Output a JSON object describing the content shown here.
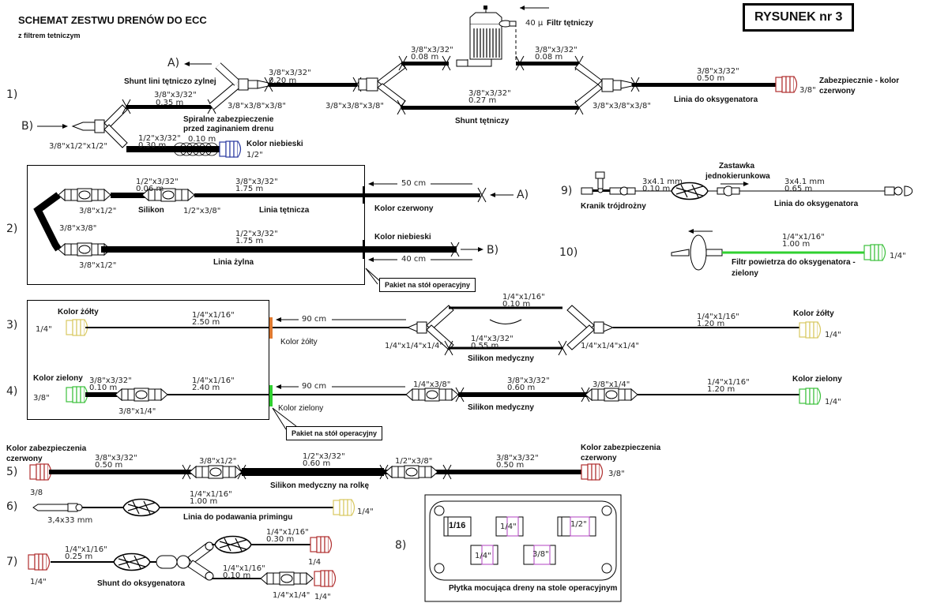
{
  "header": {
    "title": "SCHEMAT ZESTWU DRENÓW DO ECC",
    "subtitle": "z filtrem tetniczym",
    "figure_label": "RYSUNEK nr 3"
  },
  "section1": {
    "number": "1)",
    "arrow_a": "A)",
    "arrow_b": "B)",
    "shunt_label": "Shunt lini tętniczo zylnej",
    "tube_upper": {
      "size": "3/8\"x3/32\"",
      "length": "0.35  m"
    },
    "tube_a": {
      "size": "3/8\"x3/32\"",
      "length": "0.20  m"
    },
    "tube_lower": {
      "size": "1/2\"x3/32\"",
      "length": "0.30  m"
    },
    "spiral": {
      "length": "0.10  m",
      "label_line1": "Spiralne zabezpieczenie",
      "label_line2": "przed zaginaniem drenu"
    },
    "y_connector_left": "3/8\"x1/2\"x1/2\"",
    "y_connector_mid": "3/8\"x3/8\"x3/8\"",
    "y_connector_filter_left": "3/8\"x3/8\"x3/8\"",
    "y_connector_filter_right": "3/8\"x3/8\"x3/8\"",
    "blue_cap": {
      "label": "Kolor niebieski",
      "size": "1/2\""
    },
    "filter": {
      "label": "Filtr tętniczy",
      "pore": "40  µ"
    },
    "tube_filter_in": {
      "size": "3/8\"x3/32\"",
      "length": "0.08  m"
    },
    "tube_filter_out": {
      "size": "3/8\"x3/32\"",
      "length": "0.08  m"
    },
    "tube_shunt": {
      "size": "3/8\"x3/32\"",
      "length": "0.27  m"
    },
    "shunt_arterial_label": "Shunt tętniczy",
    "tube_oxy": {
      "size": "3/8\"x3/32\"",
      "length": "0.50  m"
    },
    "oxy_label": "Linia do oksygenatora",
    "red_cap": {
      "label_line1": "Zabezpiecznie - kolor",
      "label_line2": "czerwony",
      "size": "3/8\""
    }
  },
  "section2": {
    "number": "2)",
    "connector_top": "3/8\"x1/2\"",
    "connector_bottom": "3/8\"x1/2\"",
    "bend": "3/8\"x3/8\"",
    "silicone": {
      "size": "1/2\"x3/32\"",
      "length": "0.06  m",
      "label": "Silikon"
    },
    "connector_mid": "1/2\"x3/8\"",
    "arterial": {
      "size": "3/8\"x3/32\"",
      "length": "1.75  m",
      "label": "Linia tętnicza"
    },
    "venous": {
      "size": "1/2\"x3/32\"",
      "length": "1.75  m",
      "label": "Linia żylna"
    },
    "dist_top": "50  cm",
    "dist_bottom": "40  cm",
    "color_top": "Kolor czerwony",
    "color_bottom": "Kolor niebieski",
    "arrow_a": "A)",
    "arrow_b": "B)",
    "callout": "Pakiet na stół operacyjny"
  },
  "section3": {
    "number": "3)",
    "cap_color": "Kolor żółty",
    "cap_size_left": "1/4\"",
    "tube_main": {
      "size": "1/4\"x1/16\"",
      "length": "2.50  m"
    },
    "dist": "90  cm",
    "marker_label": "Kolor żółty",
    "y_left": "1/4\"x1/4\"x1/4\"",
    "y_right": "1/4\"x1/4\"x1/4\"",
    "loop_top": {
      "size": "1/4\"x1/16\"",
      "length": "0.10  m"
    },
    "loop_bottom": {
      "size": "1/4\"x3/32\"",
      "length": "0.55  m",
      "label": "Silikon medyczny"
    },
    "tube_right": {
      "size": "1/4\"x1/16\"",
      "length": "1.20  m"
    },
    "cap_color_right": "Kolor żółty",
    "cap_size_right": "1/4\""
  },
  "section4": {
    "number": "4)",
    "cap_color": "Kolor zielony",
    "cap_size_left": "3/8\"",
    "tube_short": {
      "size": "3/8\"x3/32\"",
      "length": "0.10  m"
    },
    "connector_left": "3/8\"x1/4\"",
    "tube_main": {
      "size": "1/4\"x1/16\"",
      "length": "2.40  m"
    },
    "dist": "90  cm",
    "marker_label": "Kolor zielony",
    "connector_mid": "1/4\"x3/8\"",
    "silicone": {
      "size": "3/8\"x3/32\"",
      "length": "0.60  m",
      "label": "Silikon medyczny"
    },
    "connector_right": "3/8\"x1/4\"",
    "tube_right": {
      "size": "1/4\"x1/16\"",
      "length": "1.20  m"
    },
    "cap_color_right": "Kolor zielony",
    "cap_size_right": "1/4\"",
    "callout": "Pakiet na stół operacyjny"
  },
  "section5": {
    "number": "5)",
    "cap_left_line1": "Kolor zabezpieczenia",
    "cap_left_line2": "czerwony",
    "tube_left": {
      "size": "3/8\"x3/32\"",
      "length": "0.50  m"
    },
    "connector_left": "3/8\"x1/2\"",
    "silicone": {
      "size": "1/2\"x3/32\"",
      "length": "0.60  m",
      "label": "Silikon medyczny na rolkę"
    },
    "connector_right": "1/2\"x3/8\"",
    "tube_right": {
      "size": "3/8\"x3/32\"",
      "length": "0.50  m"
    },
    "cap_right_line1": "Kolor zabezpieczenia",
    "cap_right_line2": "czerwony",
    "cap_right_size": "3/8\""
  },
  "section6": {
    "number": "6)",
    "spike_size": "3/8",
    "needle": "3,4x33  mm",
    "tube": {
      "size": "1/4\"x1/16\"",
      "length": "1.00  m"
    },
    "label": "Linia do podawania primingu",
    "cap_size": "1/4\""
  },
  "section7": {
    "number": "7)",
    "tube_left": {
      "size": "1/4\"x1/16\"",
      "length": "0.25  m"
    },
    "cap_left_size": "1/4\"",
    "label": "Shunt do oksygenatora",
    "tube_top": {
      "size": "1/4\"x1/16\"",
      "length": "0.30  m"
    },
    "cap_top_size": "1/4",
    "tube_bottom": {
      "size": "1/4\"x1/16\"",
      "length": "0.10  m"
    },
    "connector": "1/4\"x1/4\"",
    "cap_bottom_size": "1/4\""
  },
  "section8": {
    "number": "8)",
    "slots": [
      "1/16",
      "1/4\"",
      "1/2\"",
      "1/4\"",
      "3/8\""
    ],
    "label": "Płytka mocująca dreny na stole operacyjnym"
  },
  "section9": {
    "number": "9)",
    "stopcock": "Kranik trójdrożny",
    "tube_short": {
      "size": "3x4.1  mm",
      "length": "0.10  m"
    },
    "valve_line1": "Zastawka",
    "valve_line2": "jednokierunkowa",
    "tube_long": {
      "size": "3x4.1  mm",
      "length": "0.65  m"
    },
    "label": "Linia do oksygenatora"
  },
  "section10": {
    "number": "10)",
    "tube": {
      "size": "1/4\"x1/16\"",
      "length": "1.00  m"
    },
    "label_line1": "Filtr powietrza do oksygenatora -",
    "label_line2": "zielony",
    "cap_size": "1/4\""
  },
  "colors": {
    "red_cap": "#b03030",
    "blue_cap": "#2a3aa0",
    "yellow_cap": "#d8c860",
    "green_cap": "#3cc03c",
    "orange_marker": "#e07a30",
    "green_marker": "#30d030",
    "plate_slot": "#b040c0"
  }
}
